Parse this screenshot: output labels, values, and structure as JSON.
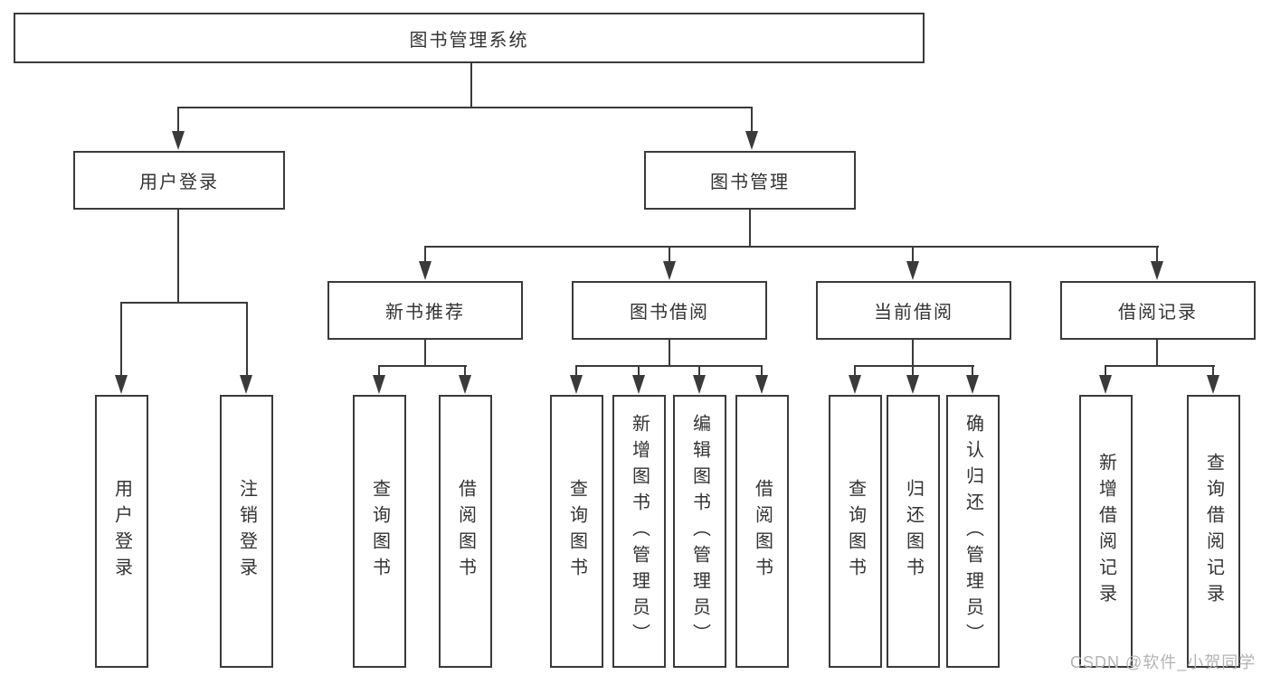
{
  "colors": {
    "line": "#3a3a3a",
    "box_border": "#3a3a3a",
    "text": "#333333",
    "watermark": "#b4b4b4",
    "background": "#ffffff"
  },
  "diagram": {
    "root": {
      "label": "图书管理系统"
    },
    "level2": [
      {
        "label": "用户登录"
      },
      {
        "label": "图书管理"
      }
    ],
    "level3": [
      {
        "label": "新书推荐"
      },
      {
        "label": "图书借阅"
      },
      {
        "label": "当前借阅"
      },
      {
        "label": "借阅记录"
      }
    ],
    "leaves": {
      "login": [
        {
          "label": "用户登录"
        },
        {
          "label": "注销登录"
        }
      ],
      "recommend": [
        {
          "label": "查询图书"
        },
        {
          "label": "借阅图书"
        }
      ],
      "borrow": [
        {
          "label": "查询图书"
        },
        {
          "label": "新增图书（管理员）"
        },
        {
          "label": "编辑图书（管理员）"
        },
        {
          "label": "借阅图书"
        }
      ],
      "current": [
        {
          "label": "查询图书"
        },
        {
          "label": "归还图书"
        },
        {
          "label": "确认归还（管理员）"
        }
      ],
      "records": [
        {
          "label": "新增借阅记录"
        },
        {
          "label": "查询借阅记录"
        }
      ]
    }
  },
  "watermark": {
    "text": "CSDN @软件_小贺同学"
  }
}
